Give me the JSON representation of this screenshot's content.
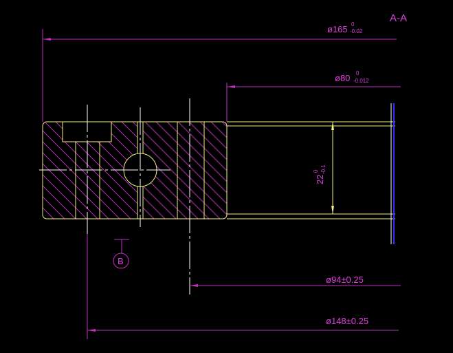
{
  "view_label": "A-A",
  "dimensions": {
    "outer_dia": {
      "main": "ø165",
      "upper": "0",
      "lower": "-0.02"
    },
    "inner_dia": {
      "main": "ø80",
      "upper": "0",
      "lower": "-0.012"
    },
    "height": {
      "main": "22",
      "upper": "0",
      "lower": "-0.1"
    },
    "bolt_circle_small": "ø94±0.25",
    "bolt_circle_large": "ø148±0.25"
  },
  "section_marker": "B",
  "colors": {
    "outline": "#f0f080",
    "dimension": "#c030c0",
    "centerline": "#ffffff",
    "edge_blue": "#3030ff"
  }
}
